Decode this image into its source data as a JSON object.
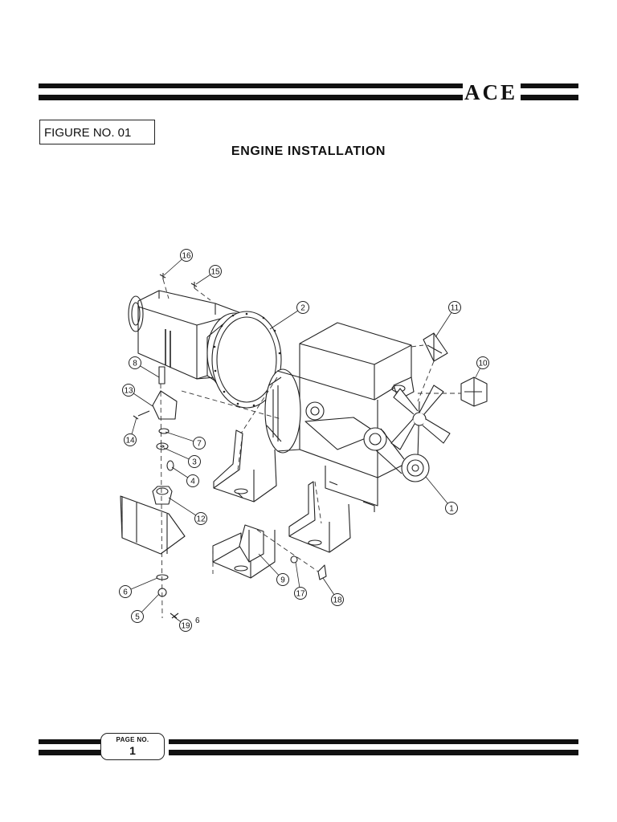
{
  "header": {
    "brand": "ACE"
  },
  "figure": {
    "label": "FIGURE NO. 01",
    "title": "ENGINE INSTALLATION"
  },
  "callouts": [
    {
      "n": "1"
    },
    {
      "n": "2"
    },
    {
      "n": "3"
    },
    {
      "n": "4"
    },
    {
      "n": "5"
    },
    {
      "n": "6"
    },
    {
      "n": "7"
    },
    {
      "n": "8"
    },
    {
      "n": "9"
    },
    {
      "n": "10"
    },
    {
      "n": "11"
    },
    {
      "n": "12"
    },
    {
      "n": "13"
    },
    {
      "n": "14"
    },
    {
      "n": "15"
    },
    {
      "n": "16"
    },
    {
      "n": "17"
    },
    {
      "n": "18"
    },
    {
      "n": "19"
    }
  ],
  "stray_mark": "6",
  "footer": {
    "page_label": "PAGE NO.",
    "page_number": "1"
  }
}
